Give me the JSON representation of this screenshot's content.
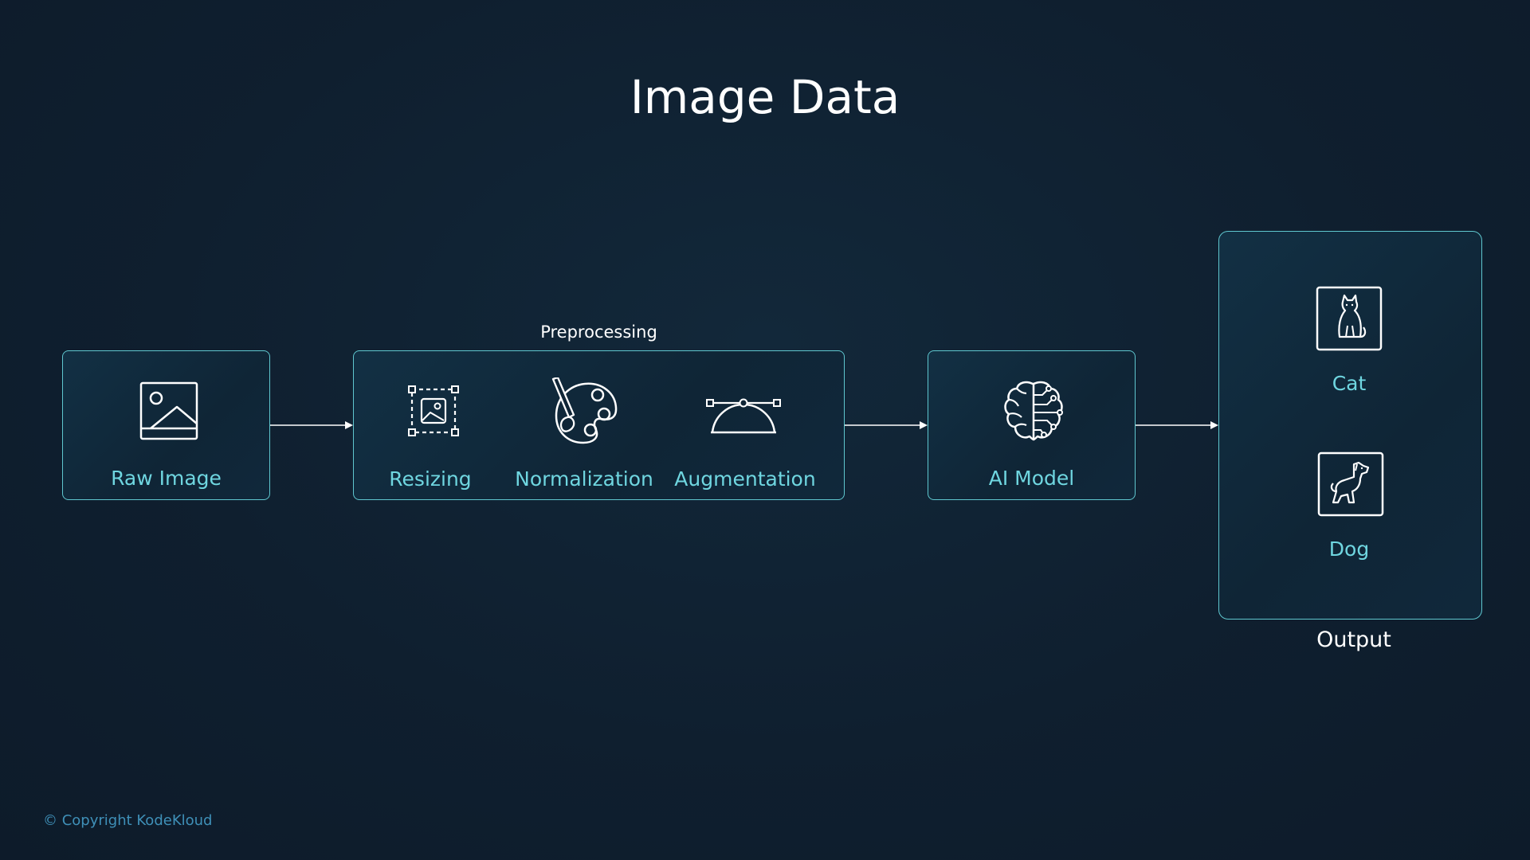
{
  "title": "Image Data",
  "raw": {
    "label": "Raw Image"
  },
  "preprocessing": {
    "caption": "Preprocessing",
    "steps": [
      "Resizing",
      "Normalization",
      "Augmentation"
    ]
  },
  "model": {
    "label": "AI Model"
  },
  "output": {
    "caption": "Output",
    "classes": [
      "Cat",
      "Dog"
    ]
  },
  "copyright": "© Copyright KodeKloud",
  "colors": {
    "background": "#0f1e2e",
    "accent": "#6fd6e0",
    "border": "#5fc7cf"
  }
}
